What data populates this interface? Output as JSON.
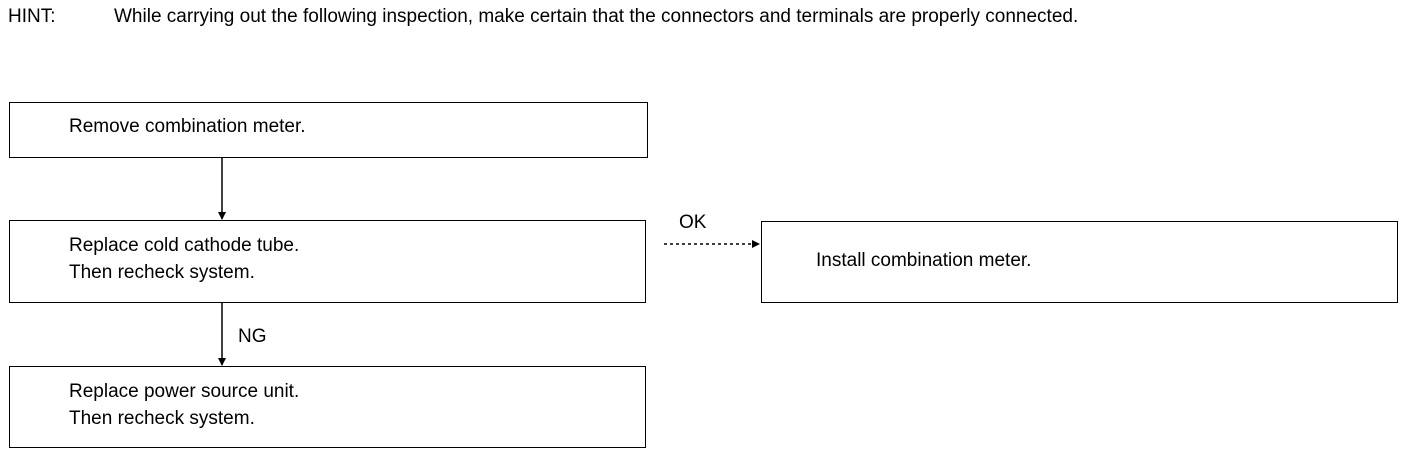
{
  "hint": {
    "label": "HINT:",
    "text": "While carrying out the following inspection, make certain that the connectors and terminals are properly connected."
  },
  "steps": {
    "remove_meter": {
      "lines": [
        "Remove combination meter."
      ]
    },
    "replace_tube": {
      "lines": [
        "Replace cold cathode tube.",
        "Then recheck system."
      ]
    },
    "install_meter": {
      "lines": [
        "Install combination meter."
      ]
    },
    "replace_power": {
      "lines": [
        "Replace power source unit.",
        "Then recheck system."
      ]
    }
  },
  "branches": {
    "ok": "OK",
    "ng": "NG"
  }
}
